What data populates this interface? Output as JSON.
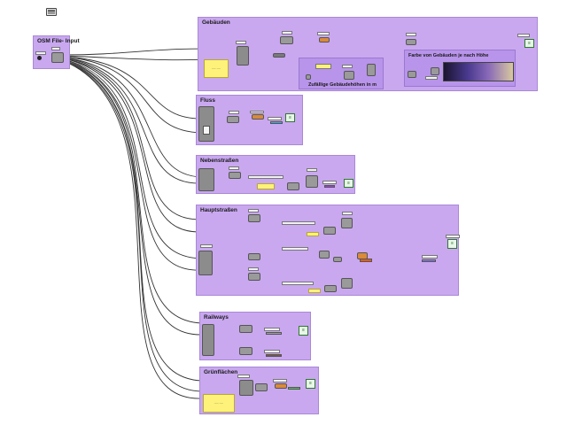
{
  "groups": {
    "input": {
      "title": "OSM File- Input"
    },
    "buildings": {
      "title": "Gebäuden",
      "random_heights": "Zufällige Gebäudehöhen in m",
      "color_by_height": "Farbe von Gebäuden je nach Höhe"
    },
    "river": {
      "title": "Fluss"
    },
    "side_streets": {
      "title": "Nebenstraßen"
    },
    "main_streets": {
      "title": "Hauptstraßen"
    },
    "railways": {
      "title": "Railways"
    },
    "green_areas": {
      "title": "Grünflächen"
    }
  },
  "colors": {
    "group_fill": "#c9a8f0",
    "wire": "#333333",
    "panel": "#fff27a",
    "output": "#2d7a2d"
  },
  "icons": {
    "app": "grasshopper-window-icon"
  }
}
